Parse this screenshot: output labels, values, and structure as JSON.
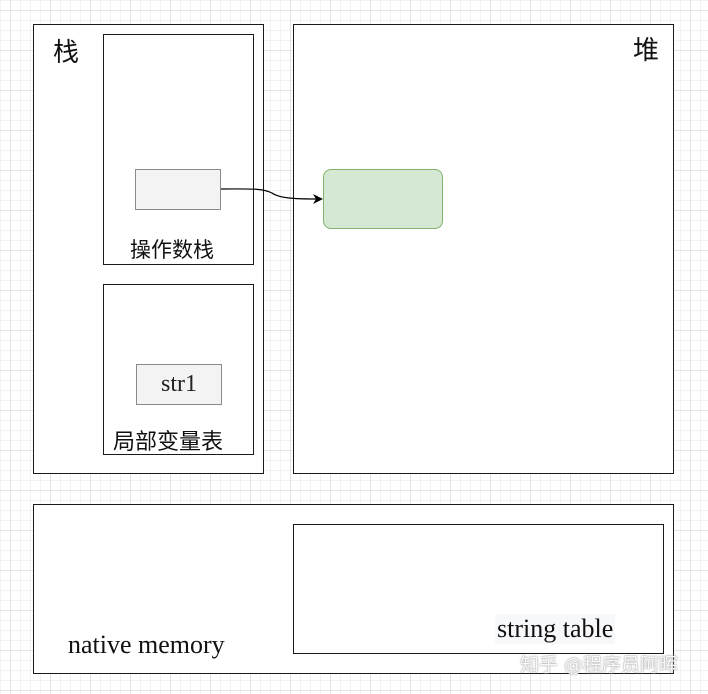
{
  "diagram": {
    "stack": {
      "label": "栈",
      "operand_stack": {
        "label": "操作数栈",
        "cell_value": ""
      },
      "local_variable_table": {
        "label": "局部变量表",
        "cell_value": "str1"
      }
    },
    "heap": {
      "label": "堆",
      "object": {
        "label": "",
        "fill": "#d5e8d4",
        "stroke": "#82b366"
      }
    },
    "native_memory": {
      "label": "native memory",
      "string_table": {
        "label": "string table"
      }
    },
    "arrow": {
      "from": "operand-stack-cell",
      "to": "heap-object"
    }
  },
  "watermark": {
    "text": "知乎 @程序员阿晖"
  }
}
